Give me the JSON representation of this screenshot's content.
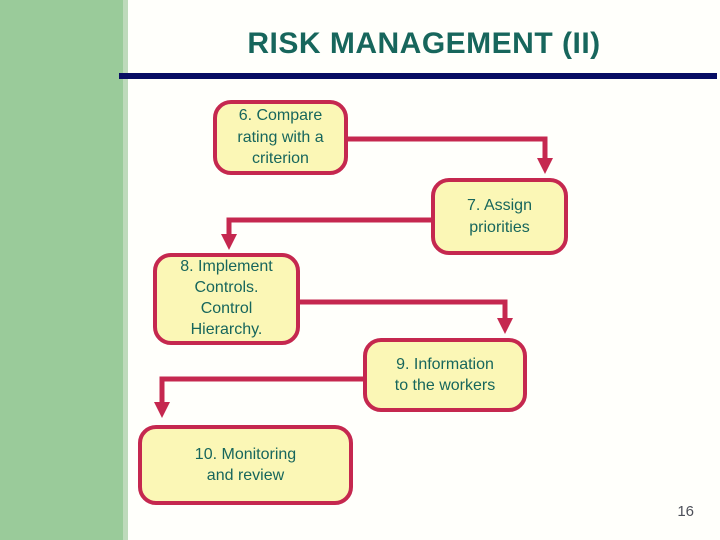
{
  "slide": {
    "title": "RISK MANAGEMENT (II)",
    "page_number": "16"
  },
  "flowchart": {
    "boxes": [
      {
        "id": "step-6",
        "label": "6. Compare\nrating with a\ncriterion"
      },
      {
        "id": "step-7",
        "label": "7. Assign\npriorities"
      },
      {
        "id": "step-8",
        "label": "8. Implement\nControls.\nControl\nHierarchy."
      },
      {
        "id": "step-9",
        "label": "9. Information\nto the workers"
      },
      {
        "id": "step-10",
        "label": "10. Monitoring\nand review"
      }
    ],
    "connections": [
      "step-6 to step-7",
      "step-7 to step-8",
      "step-8 to step-9",
      "step-9 to step-10"
    ]
  },
  "colors": {
    "accent_red": "#c5284f",
    "box_fill": "#fbf7b6",
    "text_teal": "#17665c",
    "rule_navy": "#070d63",
    "sidebar_green": "#9acb9a",
    "sidebar_green_light": "#bedabb",
    "background": "#fffffb",
    "page_number_gray": "#4d5059"
  }
}
